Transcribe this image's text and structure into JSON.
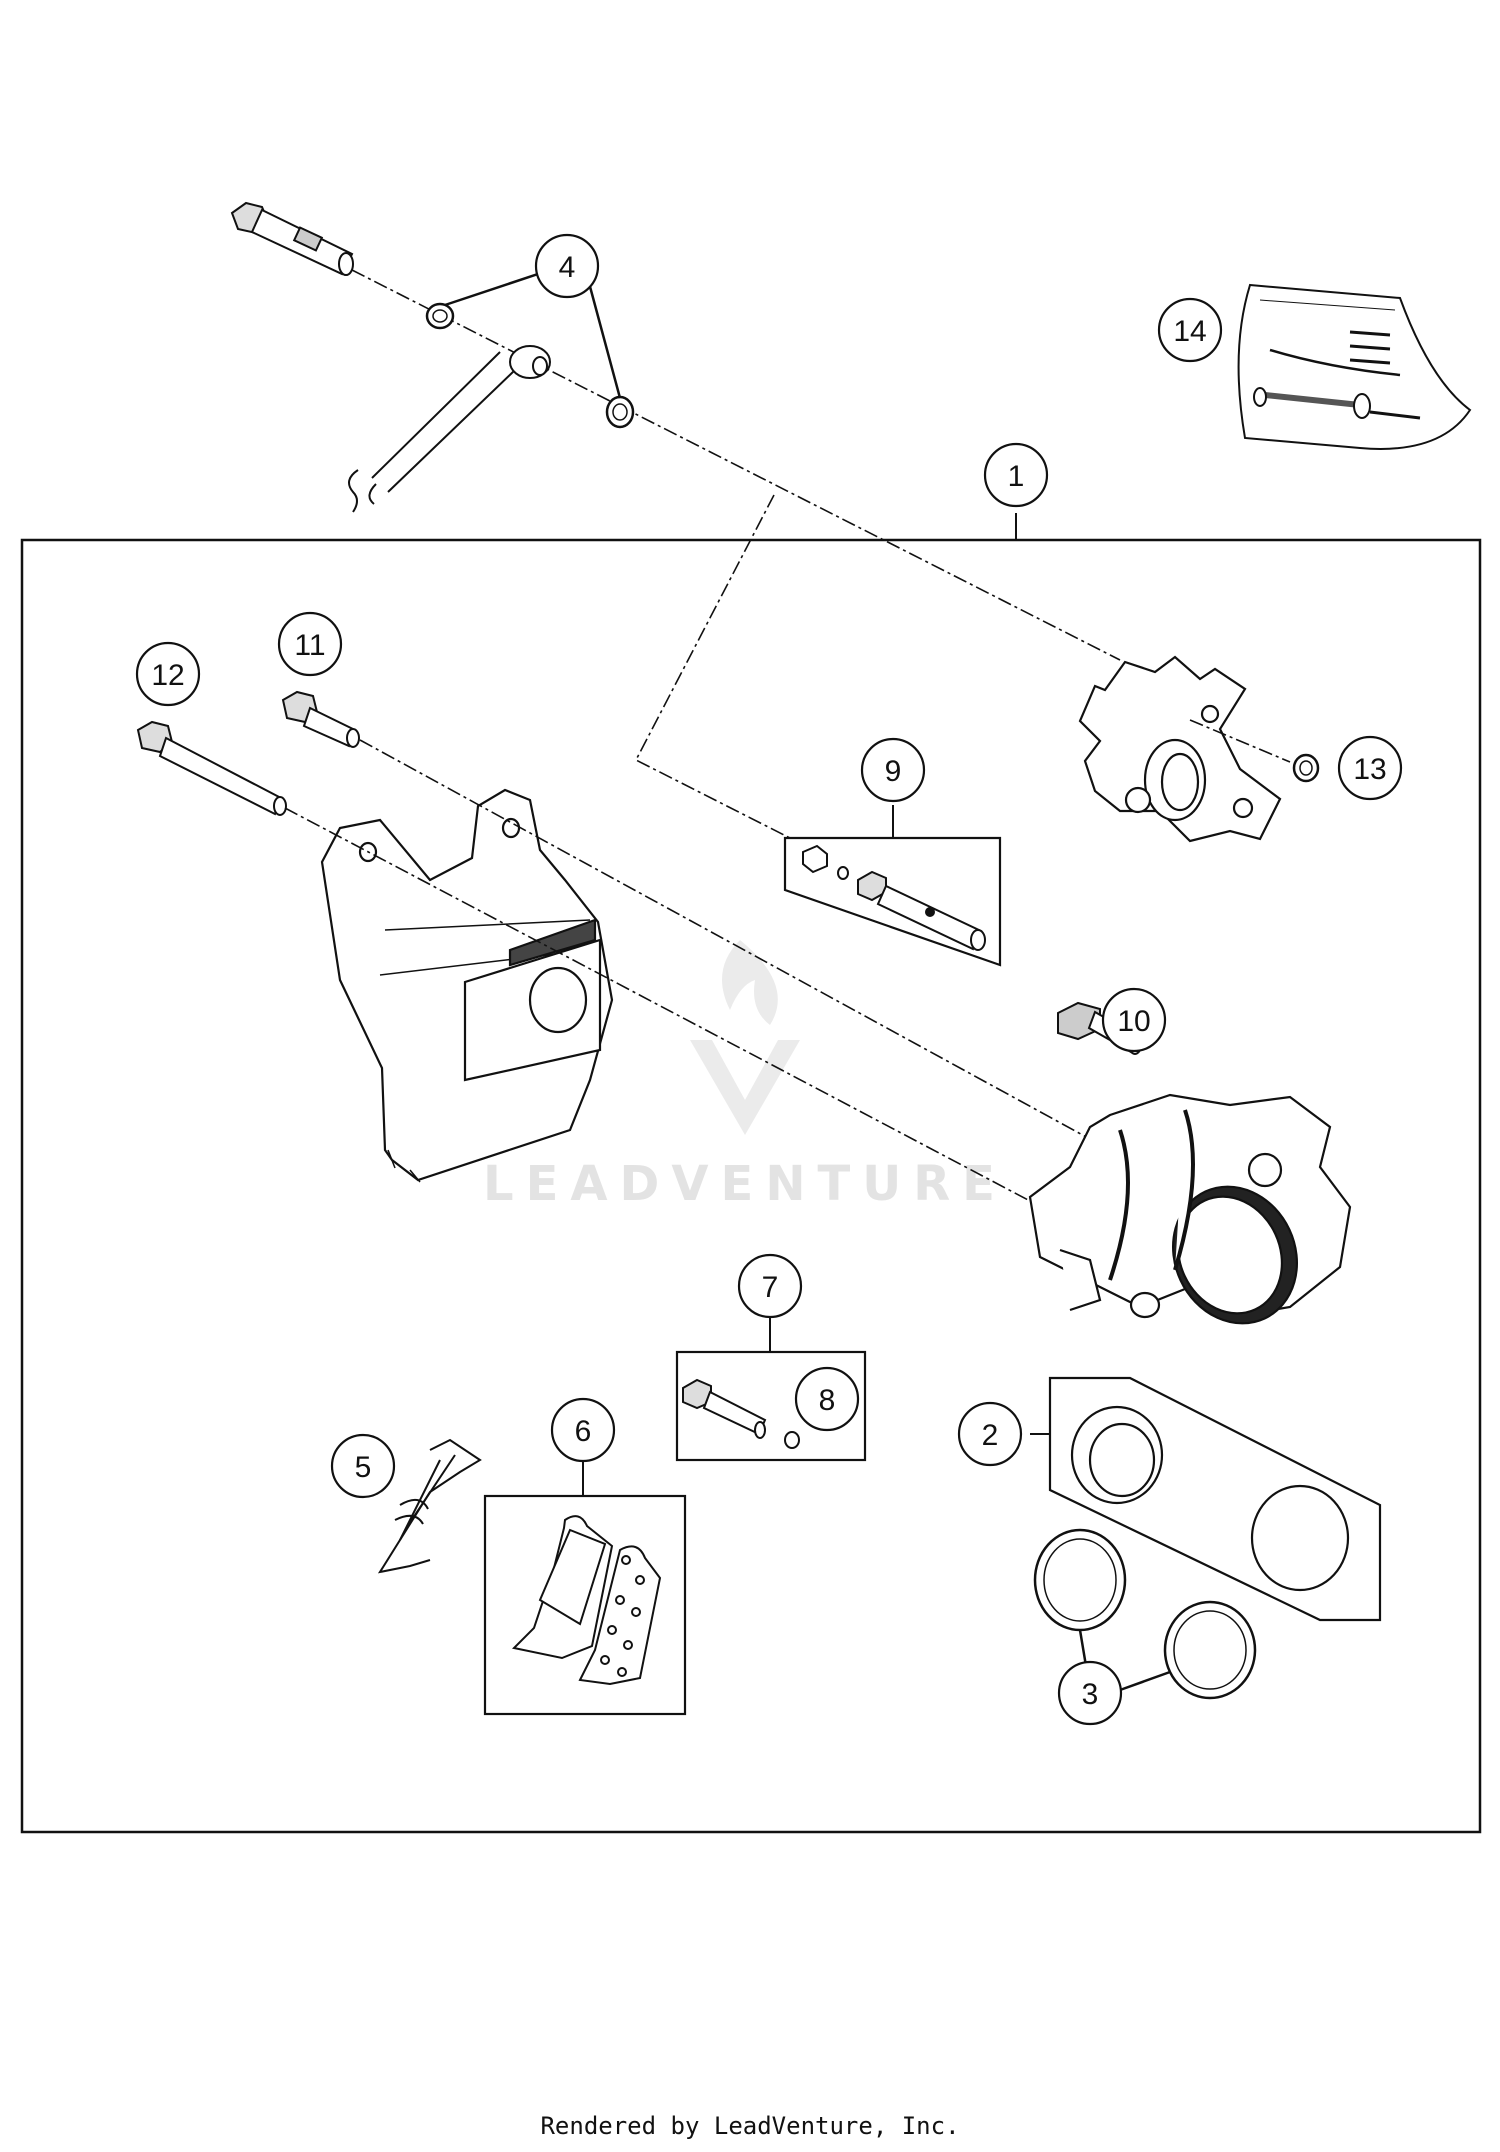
{
  "diagram": {
    "callouts": {
      "c1": "1",
      "c2": "2",
      "c3": "3",
      "c4": "4",
      "c5": "5",
      "c6": "6",
      "c7": "7",
      "c8": "8",
      "c9": "9",
      "c10": "10",
      "c11": "11",
      "c12": "12",
      "c13": "13",
      "c14": "14"
    },
    "watermark": "LEADVENTURE"
  },
  "footer": {
    "credit": "Rendered by LeadVenture, Inc."
  }
}
